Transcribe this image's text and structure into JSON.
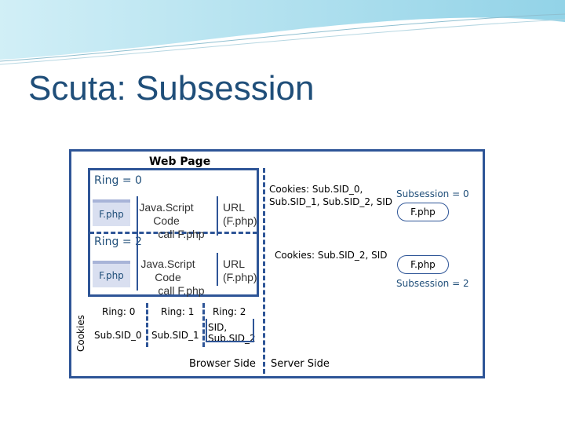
{
  "title": "Scuta: Subsession",
  "web_page_label": "Web Page",
  "ring0_label": "Ring = 0",
  "ring2_label": "Ring = 2",
  "fphp_label": "F.php",
  "js_code": {
    "line1": "Java.Script",
    "line2": "Code",
    "call1": "call F.php",
    "call2": "call F.php"
  },
  "url": {
    "line1": "URL",
    "line2": "(F.php)"
  },
  "cookies_label": "Cookies",
  "cookie_rings": [
    {
      "ring": "Ring: 0",
      "sid": "Sub.SID_0"
    },
    {
      "ring": "Ring: 1",
      "sid": "Sub.SID_1"
    },
    {
      "ring": "Ring: 2",
      "sid_line1": "SID,",
      "sid_line2": "Sub.SID_2"
    }
  ],
  "browser_side": "Browser Side",
  "server_side": "Server Side",
  "server": {
    "cookies_top_line1": "Cookies: Sub.SID_0,",
    "cookies_top_line2": "Sub.SID_1, Sub.SID_2, SID",
    "cookies_bottom": "Cookies: Sub.SID_2, SID",
    "subsession0": "Subsession = 0",
    "subsession2": "Subsession = 2",
    "fphp_top": "F.php",
    "fphp_bottom": "F.php"
  },
  "colors": {
    "frame": "#2e5597",
    "title": "#1f4e79",
    "wave": "#9ed7ea"
  }
}
